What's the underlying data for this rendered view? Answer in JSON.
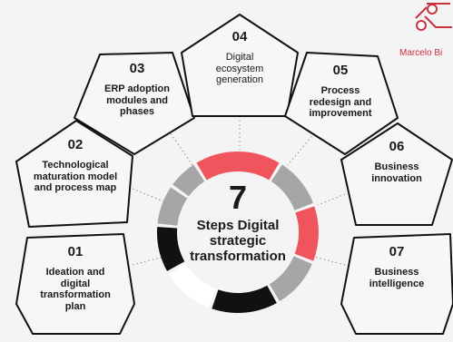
{
  "center": {
    "number": "7",
    "label": "Steps Digital strategic transformation"
  },
  "steps": [
    {
      "number": "01",
      "label": "Ideation and digital transformation plan"
    },
    {
      "number": "02",
      "label": "Technological maturation model and process map"
    },
    {
      "number": "03",
      "label": "ERP adoption modules and phases"
    },
    {
      "number": "04",
      "label": "Digital ecosystem generation"
    },
    {
      "number": "05",
      "label": "Process redesign and improvement"
    },
    {
      "number": "06",
      "label": "Business innovation"
    },
    {
      "number": "07",
      "label": "Business intelligence"
    }
  ],
  "brand": {
    "name": "Marcelo Bi",
    "color": "#c8323e"
  },
  "ring_colors": {
    "red": "#f0545c",
    "gray": "#a6a6a6",
    "black": "#111111",
    "white": "#ffffff"
  }
}
